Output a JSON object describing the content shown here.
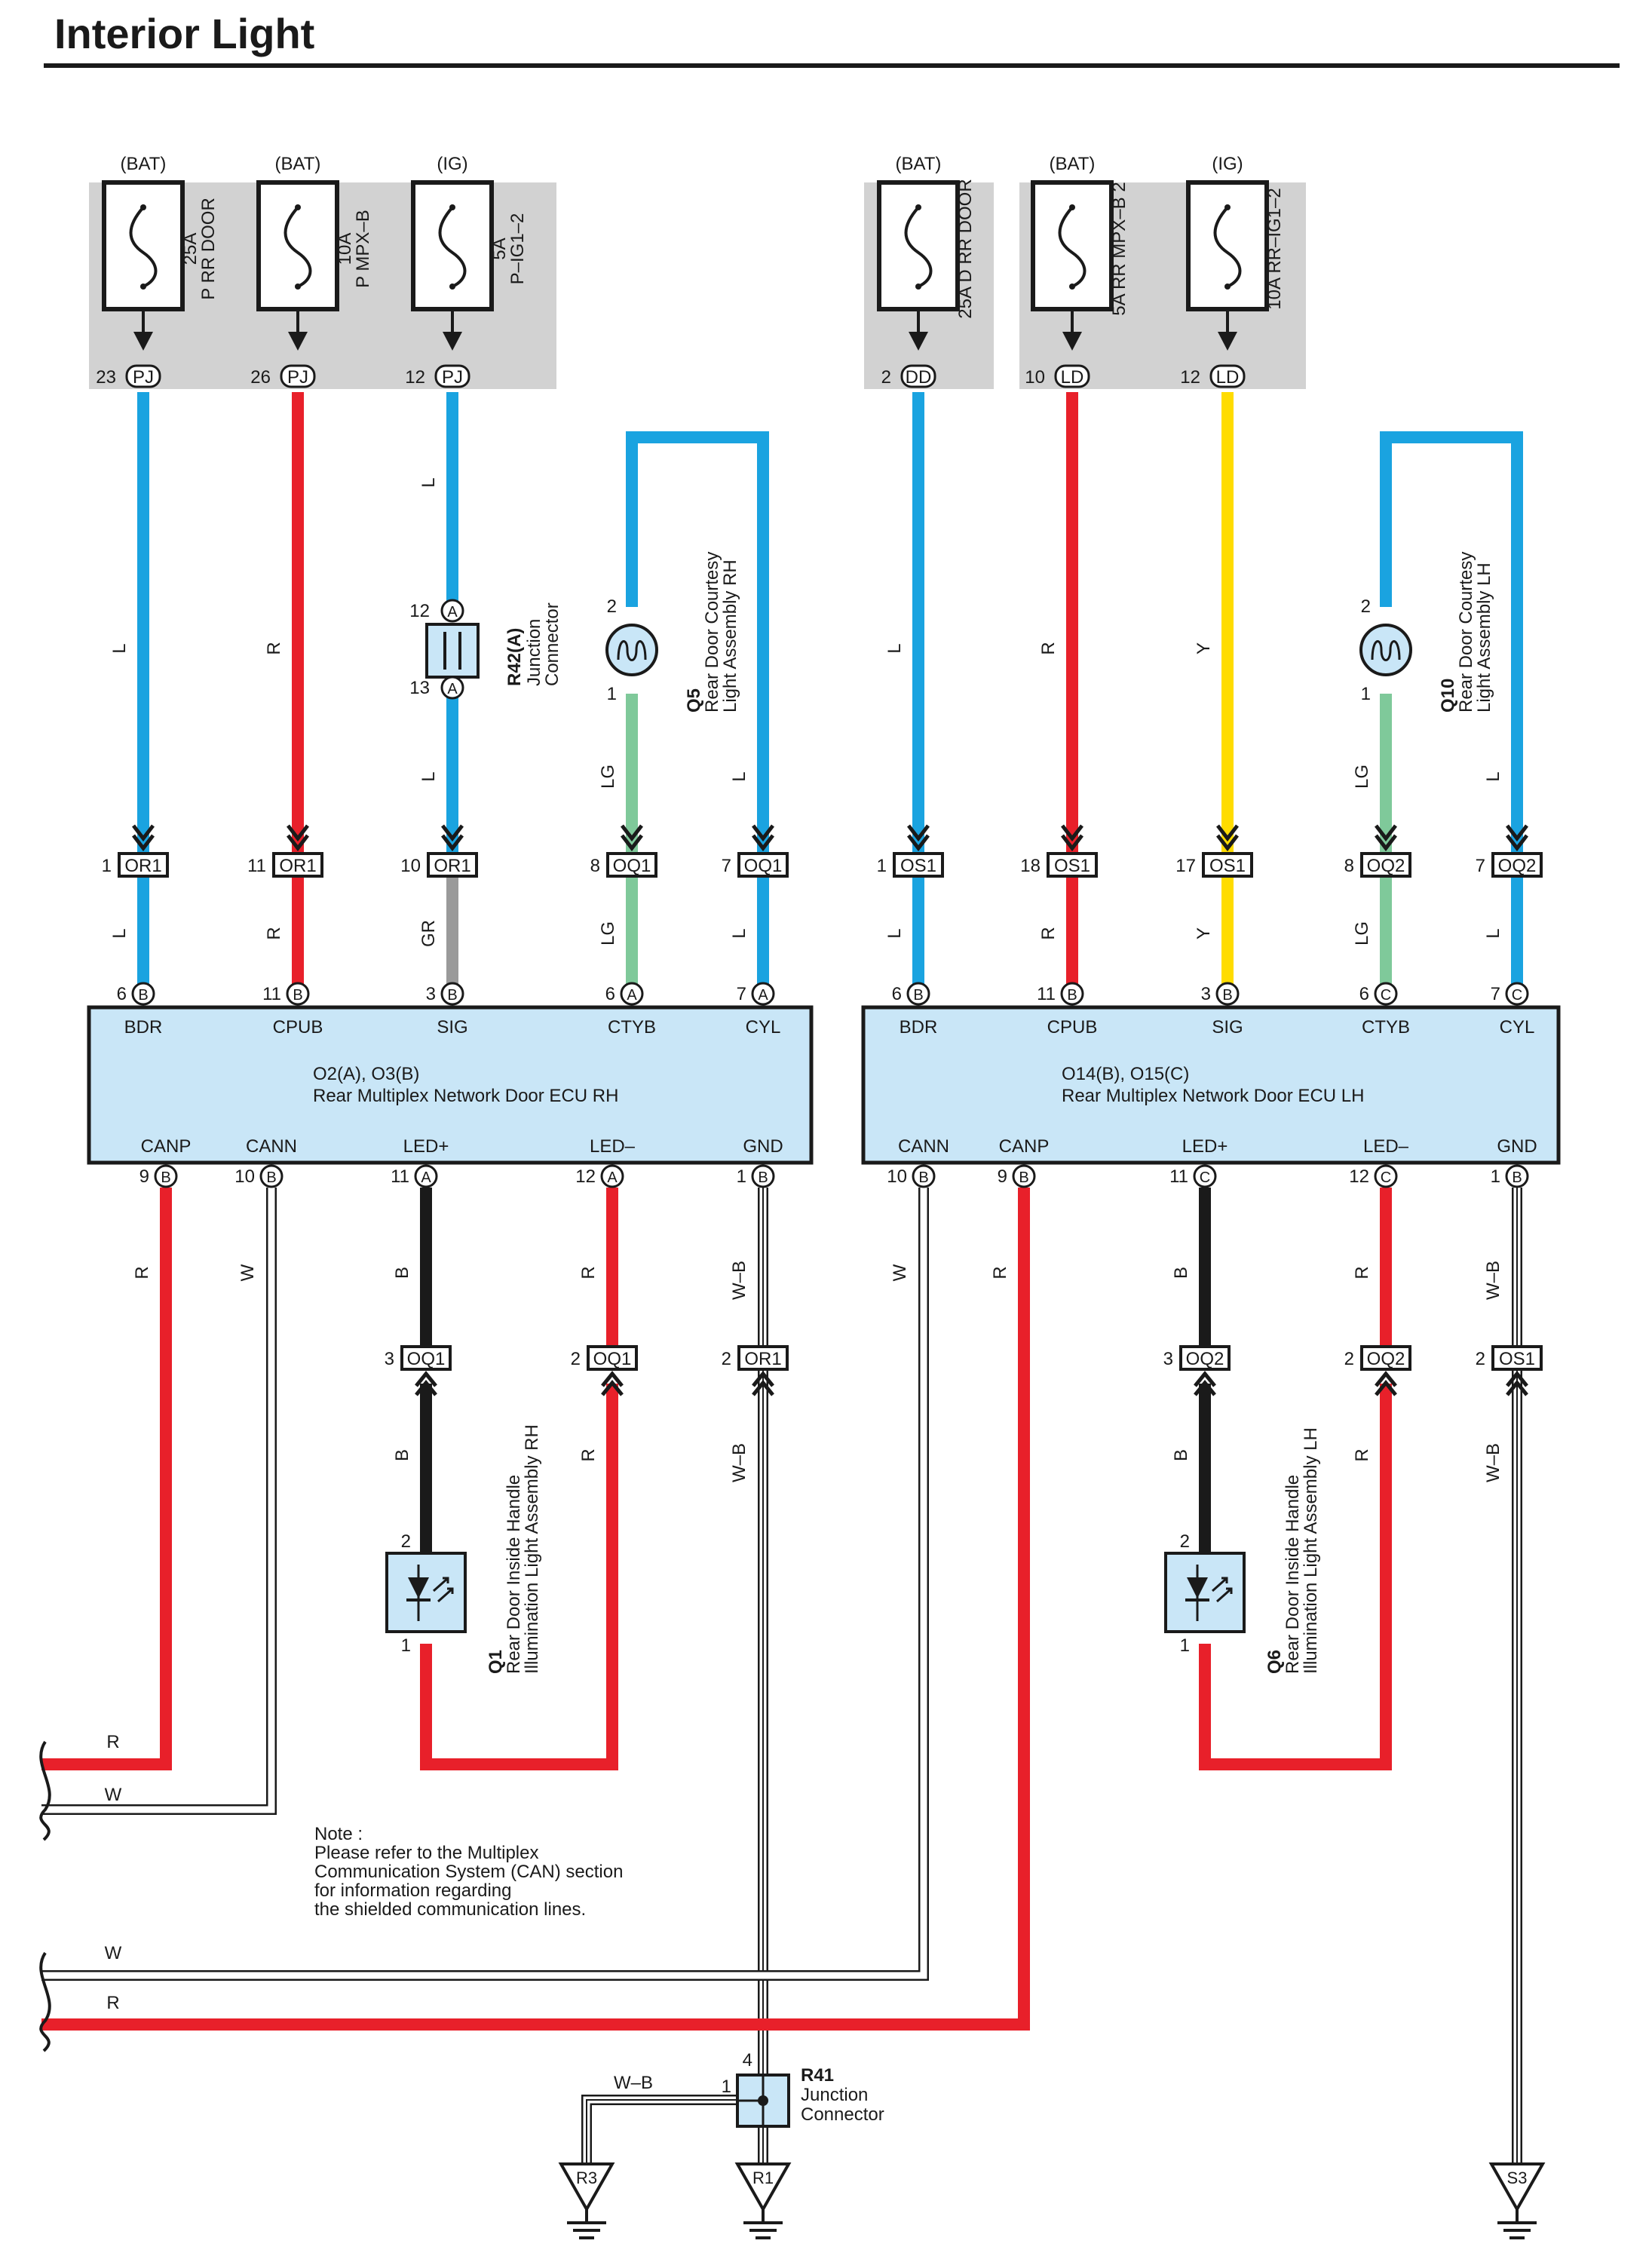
{
  "title": "Interior Light",
  "colors": {
    "L": "#1aa3e0",
    "R": "#e8202a",
    "Y": "#ffdc00",
    "LG": "#7fc99a",
    "GR": "#9a9a9a",
    "B": "#1a1a1a",
    "W": "#ffffff",
    "ecu_fill": "#c9e6f7",
    "fuse_box": "#d2d2d2",
    "text": "#1a1a1a"
  },
  "fuses": [
    {
      "source": "(BAT)",
      "label1": "25A",
      "label2": "P RR DOOR",
      "pin": "23",
      "conn": "PJ"
    },
    {
      "source": "(BAT)",
      "label1": "10A",
      "label2": "P MPX–B",
      "pin": "26",
      "conn": "PJ"
    },
    {
      "source": "(IG)",
      "label1": "5A",
      "label2": "P–IG1–2",
      "pin": "12",
      "conn": "PJ"
    },
    {
      "source": "(BAT)",
      "label1": "25A D RR DOOR",
      "label2": "",
      "pin": "2",
      "conn": "DD"
    },
    {
      "source": "(BAT)",
      "label1": "5A RR MPX–B 2",
      "label2": "",
      "pin": "10",
      "conn": "LD"
    },
    {
      "source": "(IG)",
      "label1": "10A RR–IG1–2",
      "label2": "",
      "pin": "12",
      "conn": "LD"
    }
  ],
  "junction_r42": {
    "ref": "R42(A)",
    "name1": "Junction",
    "name2": "Connector",
    "pin_top": "12",
    "pin_bottom": "13",
    "letter": "A"
  },
  "lamp_q5": {
    "ref": "Q5",
    "name1": "Rear Door Courtesy",
    "name2": "Light Assembly RH",
    "pin_top": "2",
    "pin_bottom": "1"
  },
  "lamp_q10": {
    "ref": "Q10",
    "name1": "Rear Door Courtesy",
    "name2": "Light Assembly LH",
    "pin_top": "2",
    "pin_bottom": "1"
  },
  "wire_labels": {
    "L": "L",
    "R": "R",
    "Y": "Y",
    "LG": "LG",
    "GR": "GR",
    "B": "B",
    "W": "W",
    "WB": "W–B"
  },
  "mid_connectors": [
    {
      "pin": "1",
      "conn": "OR1"
    },
    {
      "pin": "11",
      "conn": "OR1"
    },
    {
      "pin": "10",
      "conn": "OR1"
    },
    {
      "pin": "8",
      "conn": "OQ1"
    },
    {
      "pin": "7",
      "conn": "OQ1"
    },
    {
      "pin": "1",
      "conn": "OS1"
    },
    {
      "pin": "18",
      "conn": "OS1"
    },
    {
      "pin": "17",
      "conn": "OS1"
    },
    {
      "pin": "8",
      "conn": "OQ2"
    },
    {
      "pin": "7",
      "conn": "OQ2"
    }
  ],
  "ecu_rh": {
    "ref": "O2(A), O3(B)",
    "name": "Rear Multiplex Network Door ECU RH",
    "top_pins": [
      {
        "pin": "6",
        "letter": "B",
        "name": "BDR"
      },
      {
        "pin": "11",
        "letter": "B",
        "name": "CPUB"
      },
      {
        "pin": "3",
        "letter": "B",
        "name": "SIG"
      },
      {
        "pin": "6",
        "letter": "A",
        "name": "CTYB"
      },
      {
        "pin": "7",
        "letter": "A",
        "name": "CYL"
      }
    ],
    "bottom_pins": [
      {
        "pin": "9",
        "letter": "B",
        "name": "CANP"
      },
      {
        "pin": "10",
        "letter": "B",
        "name": "CANN"
      },
      {
        "pin": "11",
        "letter": "A",
        "name": "LED+"
      },
      {
        "pin": "12",
        "letter": "A",
        "name": "LED–"
      },
      {
        "pin": "1",
        "letter": "B",
        "name": "GND"
      }
    ]
  },
  "ecu_lh": {
    "ref": "O14(B), O15(C)",
    "name": "Rear Multiplex Network Door ECU LH",
    "top_pins": [
      {
        "pin": "6",
        "letter": "B",
        "name": "BDR"
      },
      {
        "pin": "11",
        "letter": "B",
        "name": "CPUB"
      },
      {
        "pin": "3",
        "letter": "B",
        "name": "SIG"
      },
      {
        "pin": "6",
        "letter": "C",
        "name": "CTYB"
      },
      {
        "pin": "7",
        "letter": "C",
        "name": "CYL"
      }
    ],
    "bottom_pins": [
      {
        "pin": "10",
        "letter": "B",
        "name": "CANN"
      },
      {
        "pin": "9",
        "letter": "B",
        "name": "CANP"
      },
      {
        "pin": "11",
        "letter": "C",
        "name": "LED+"
      },
      {
        "pin": "12",
        "letter": "C",
        "name": "LED–"
      },
      {
        "pin": "1",
        "letter": "B",
        "name": "GND"
      }
    ]
  },
  "low_connectors": [
    {
      "pin": "3",
      "conn": "OQ1"
    },
    {
      "pin": "2",
      "conn": "OQ1"
    },
    {
      "pin": "2",
      "conn": "OR1"
    },
    {
      "pin": "3",
      "conn": "OQ2"
    },
    {
      "pin": "2",
      "conn": "OQ2"
    },
    {
      "pin": "2",
      "conn": "OS1"
    }
  ],
  "led_q1": {
    "ref": "Q1",
    "name1": "Rear Door Inside Handle",
    "name2": "Illumination Light Assembly RH",
    "pin_top": "2",
    "pin_bottom": "1"
  },
  "led_q6": {
    "ref": "Q6",
    "name1": "Rear Door Inside Handle",
    "name2": "Illumination Light Assembly LH",
    "pin_top": "2",
    "pin_bottom": "1"
  },
  "note": [
    "Note :",
    "Please refer to the Multiplex",
    "Communication System (CAN) section",
    "for information regarding",
    "the shielded communication lines."
  ],
  "junction_r41": {
    "ref": "R41",
    "name1": "Junction",
    "name2": "Connector",
    "pin_top": "4",
    "pin_left": "1"
  },
  "grounds": [
    "R3",
    "R1",
    "S3"
  ]
}
